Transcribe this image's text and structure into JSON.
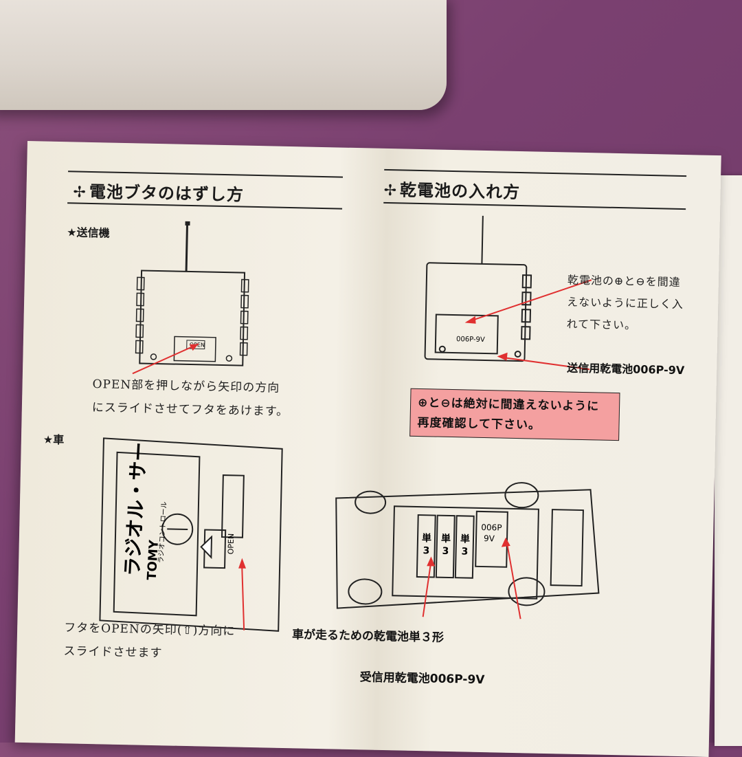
{
  "left": {
    "heading": "電池ブタのはずし方",
    "transmitter_label": "送信機",
    "open_label": "OPEN",
    "instruction1_line1": "OPEN部を押しながら矢印の方向",
    "instruction1_line2": "にスライドさせてフタをあけます。",
    "car_label": "車",
    "logo_text": "ラジオル・サー",
    "logo_sub": "ラジオコントロール",
    "brand": "TOMY",
    "instruction2_line1": "フタをOPENの矢印(⇧)方向に",
    "instruction2_line2": "スライドさせます"
  },
  "right": {
    "heading": "乾電池の入れ方",
    "note_line1": "乾電池の⊕と⊖を間違",
    "note_line2": "えないように正しく入",
    "note_line3": "れて下さい。",
    "battery_model": "006P-9V",
    "transmitter_battery": "送信用乾電池006P-9V",
    "warning_line1": "⊕と⊖は絶対に間違えないように",
    "warning_line2": "再度確認して下さい。",
    "car_battery": "車が走るための乾電池単３形",
    "receiver_battery": "受信用乾電池006P-9V",
    "cell_label_tan": "単",
    "cell_label_3": "3",
    "box_label_a": "006P",
    "box_label_b": "9V"
  },
  "colors": {
    "arrow": "#e03030",
    "warning_bg": "#f4a0a0"
  }
}
